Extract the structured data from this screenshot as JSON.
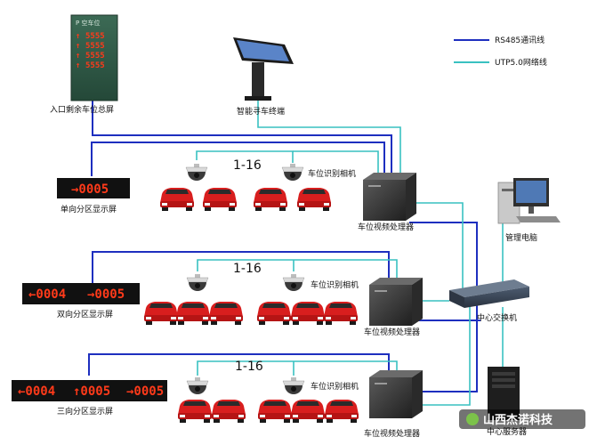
{
  "legend": {
    "rs485": "RS485通讯线",
    "utp": "UTP5.0网络线"
  },
  "colors": {
    "rs485": "#1e2fbf",
    "utp": "#39c1c1",
    "led_red": "#ff3a1a",
    "car_red": "#d81e1e"
  },
  "entrance_sign": {
    "label": "入口剩余车位总屏",
    "header": "P 空车位",
    "rows": [
      "5555",
      "5555",
      "5555",
      "5555"
    ]
  },
  "kiosk": {
    "label": "智能寻车终端"
  },
  "zones": [
    {
      "range": "1-16",
      "camera_label": "车位识别相机",
      "processor_label": "车位视频处理器",
      "display_label": "单向分区显示屏",
      "display_items": [
        "→0005"
      ]
    },
    {
      "range": "1-16",
      "camera_label": "车位识别相机",
      "processor_label": "车位视频处理器",
      "display_label": "双向分区显示屏",
      "display_items": [
        "←0004",
        "→0005"
      ]
    },
    {
      "range": "1-16",
      "camera_label": "车位识别相机",
      "processor_label": "车位视频处理器",
      "display_label": "三向分区显示屏",
      "display_items": [
        "←0004",
        "↑0005",
        "→0005"
      ]
    }
  ],
  "mgmt_pc": {
    "label": "管理电脑"
  },
  "switch": {
    "label": "中心交换机"
  },
  "server": {
    "label": "中心服务器"
  },
  "watermark": {
    "text": "山西杰诺科技"
  }
}
